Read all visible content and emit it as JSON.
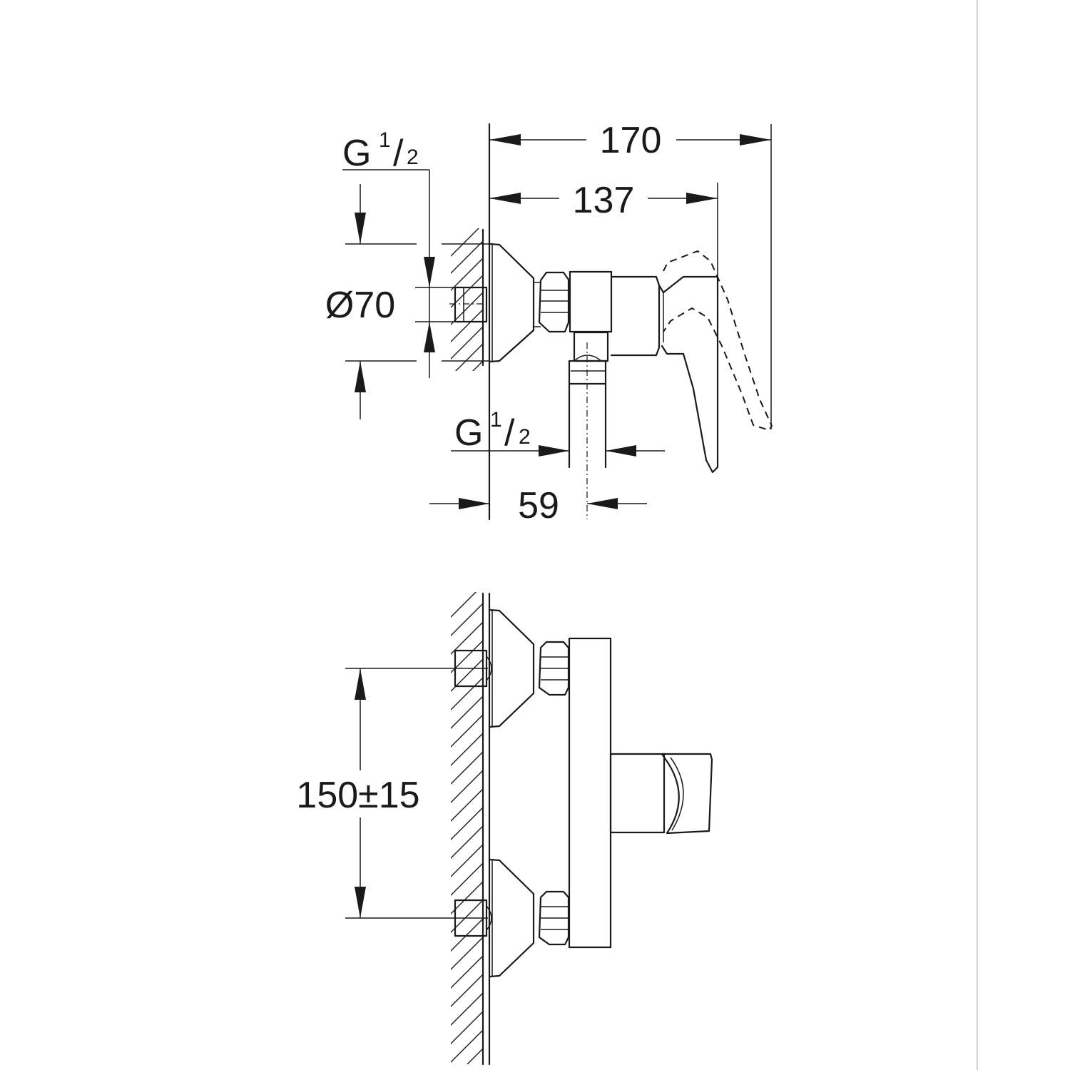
{
  "dimensions": {
    "overall_depth": "170",
    "lever_depth": "137",
    "rosette_diameter": "Ø70",
    "outlet_offset": "59",
    "inlet_spacing": "150±15"
  },
  "threads": {
    "inlet": {
      "letter": "G",
      "numerator": "1",
      "slash": "/",
      "denominator": "2"
    },
    "outlet": {
      "letter": "G",
      "numerator": "1",
      "slash": "/",
      "denominator": "2"
    }
  }
}
